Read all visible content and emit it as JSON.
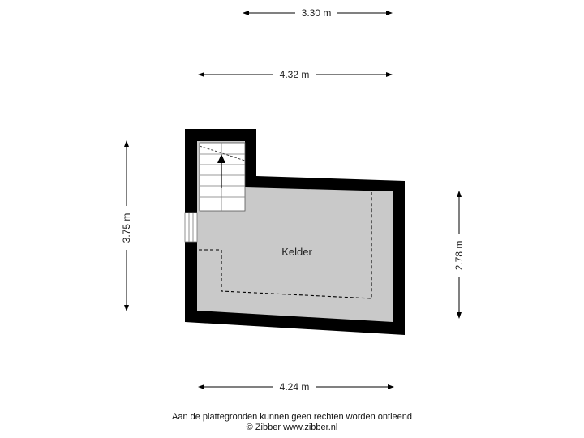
{
  "dimensions": {
    "top_upper": "3.30 m",
    "top_lower": "4.32 m",
    "left": "3.75 m",
    "right": "2.78 m",
    "bottom": "4.24 m"
  },
  "room": {
    "name": "Kelder"
  },
  "footer": {
    "disclaimer": "Aan de plattegronden kunnen geen rechten worden ontleend",
    "copyright": "© Zibber www.zibber.nl"
  },
  "colors": {
    "wall": "#000000",
    "floor": "#c9c9c9",
    "stair": "#ffffff",
    "dimension_line": "#000000"
  }
}
